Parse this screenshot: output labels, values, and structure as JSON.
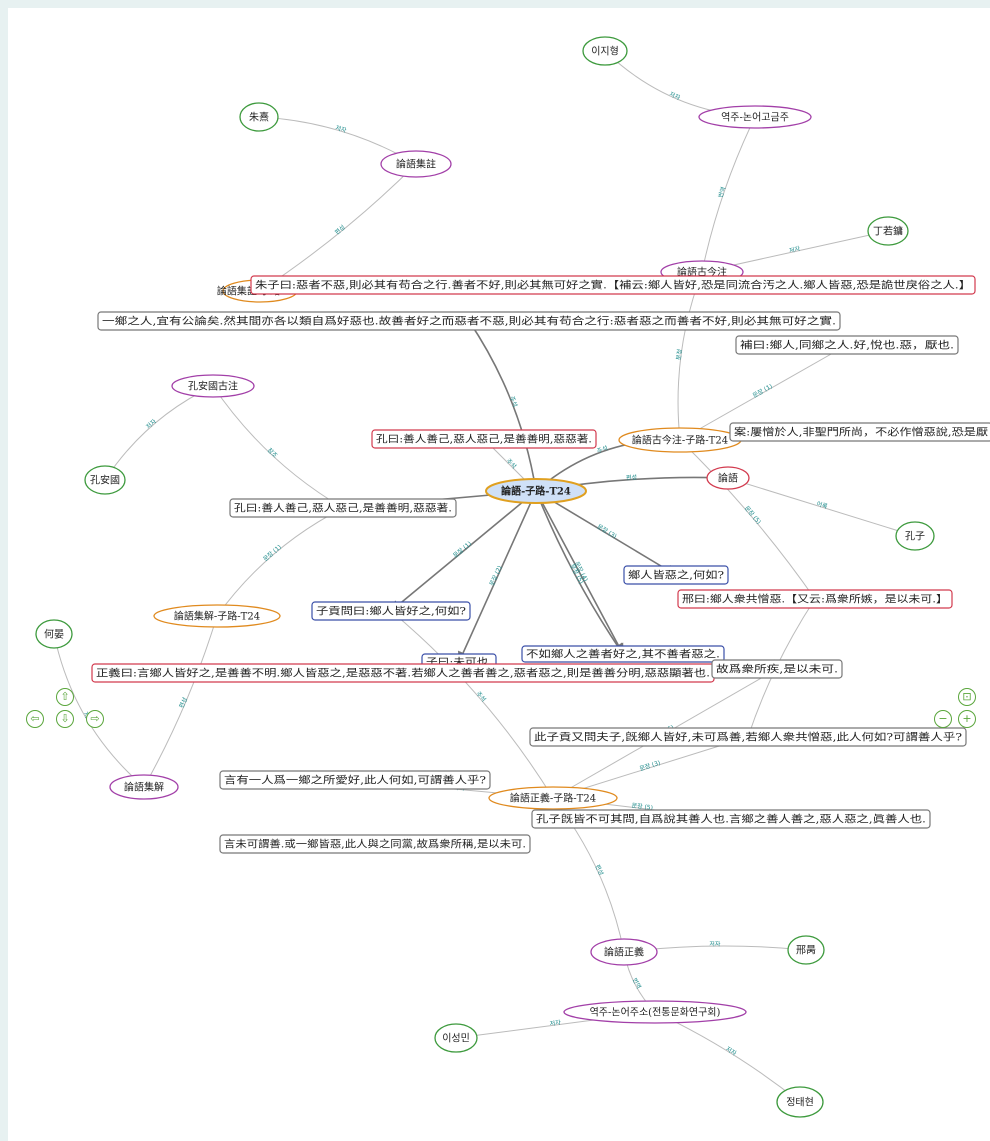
{
  "nodes": {
    "n_ijihyeong": "이지형",
    "n_yeokju_goguemju": "역주-논어고금주",
    "n_zhuxi": "朱熹",
    "n_jizhu": "論語集註",
    "n_dingruoyong": "丁若鏞",
    "n_gujinzhu": "論語古今注",
    "n_jizhu_t24": "論語集註-子路-T24",
    "n_kong_guzhu": "孔安國古注",
    "n_kong": "孔安國",
    "n_gujinzhu_t24": "論語古今注-子路-T24",
    "n_lunyu": "論語",
    "n_center": "論語-子路-T24",
    "n_kongzi": "孔子",
    "n_jijie_t24": "論語集解-子路-T24",
    "n_heyan": "何晏",
    "n_jijie": "論語集解",
    "n_zhengyi_t24": "論語正義-子路-T24",
    "n_zhengyi": "論語正義",
    "n_xingbing": "邢昺",
    "n_yeokju_nonojuso": "역주-논어주소(전통문화연구회)",
    "n_iseongmin": "이성민",
    "n_jeongtaehyeon": "정태현"
  },
  "texts": {
    "t_zhuzi": "朱子曰:惡者不惡,則必其有苟合之行.善者不好,則必其無可好之實.【補云:鄉人皆好,恐是同流合汚之人.鄉人皆惡,恐是詭世戾俗之人.】",
    "t_yixiang": "一鄉之人,宜有公論矣.然其間亦各以類自爲好惡也.故善者好之而惡者不惡,則必其有苟合之行:惡者惡之而善者不好,則必其無可好之實.",
    "t_buyue": "補曰:鄉人,同鄉之人.好,悅也.惡，厭也.",
    "t_an": "案:屢憎於人,非聖門所尚，不必作憎惡說,恐是厭",
    "t_kongyue_red": "孔曰:善人善己,惡人惡己,是善善明,惡惡著.",
    "t_kongyue": "孔曰:善人善己,惡人惡己,是善善明,惡惡著.",
    "t_xiangren": "鄉人皆惡之,何如?",
    "t_xingyue": "邢曰:鄉人衆共憎惡.【又云:爲衆所嫉，是以未可.】",
    "t_zigong": "子貢問曰:鄉人皆好之,何如?",
    "t_bururen": "不如鄉人之善者好之,其不善者惡之.",
    "t_zhengyiyue": "正義曰:言鄉人皆好之,是善善不明.鄉人皆惡之,是惡惡不著.若鄉人之善者善之,惡者惡之,則是善善分明,惡惡顯著也.",
    "t_ziyue": "子曰:未可也.",
    "t_gushiwei": "故爲衆所疾,是以未可.",
    "t_cizigong": "此子貢又問夫子,旣鄉人皆好,未可爲善,若鄉人衆共憎惡,此人何如?可謂善人乎?",
    "t_yanyou": "言有一人爲一鄉之所愛好,此人何如,可謂善人乎?",
    "t_kongzijie": "孔子旣皆不可其問,自爲說其善人也.言鄉之善人善之,惡人惡之,眞善人也.",
    "t_yanwei": "言未可謂善.或一鄉皆惡,此人與之同黨,故爲衆所稱,是以未可."
  },
  "edge_labels": {
    "jeoja": "저자",
    "pyeonseong": "편성",
    "bunjeong": "분정",
    "juseok": "주석",
    "chamjo": "참조",
    "eonhaeng": "어록",
    "munjang1": "문장 (1)",
    "munjang2": "문장 (2)",
    "munjang3": "문장 (3)",
    "munjang4": "문장 (4)",
    "munjang5": "문장 (5)",
    "munjang6": "문장 (6)",
    "beonyeok": "번역"
  },
  "controls": {
    "up": "⇧",
    "left": "⇦",
    "down": "⇩",
    "right": "⇨",
    "fit": "⊡",
    "zoom_out": "−",
    "zoom_in": "+"
  },
  "colors": {
    "person": "#3d9a3d",
    "book": "#a23fa8",
    "text_node": "#e08a1e",
    "center_border": "#e0a020",
    "center_fill": "#cfe0f7",
    "quote_red": "#d23a4e",
    "quote_blue": "#3a4fa8",
    "quote_gray": "#777777",
    "edge": "#bbbbbb",
    "edge_strong": "#777777",
    "edge_label": "#1b8a8a",
    "background": "#e7f1f1",
    "control": "#5aa63c"
  }
}
